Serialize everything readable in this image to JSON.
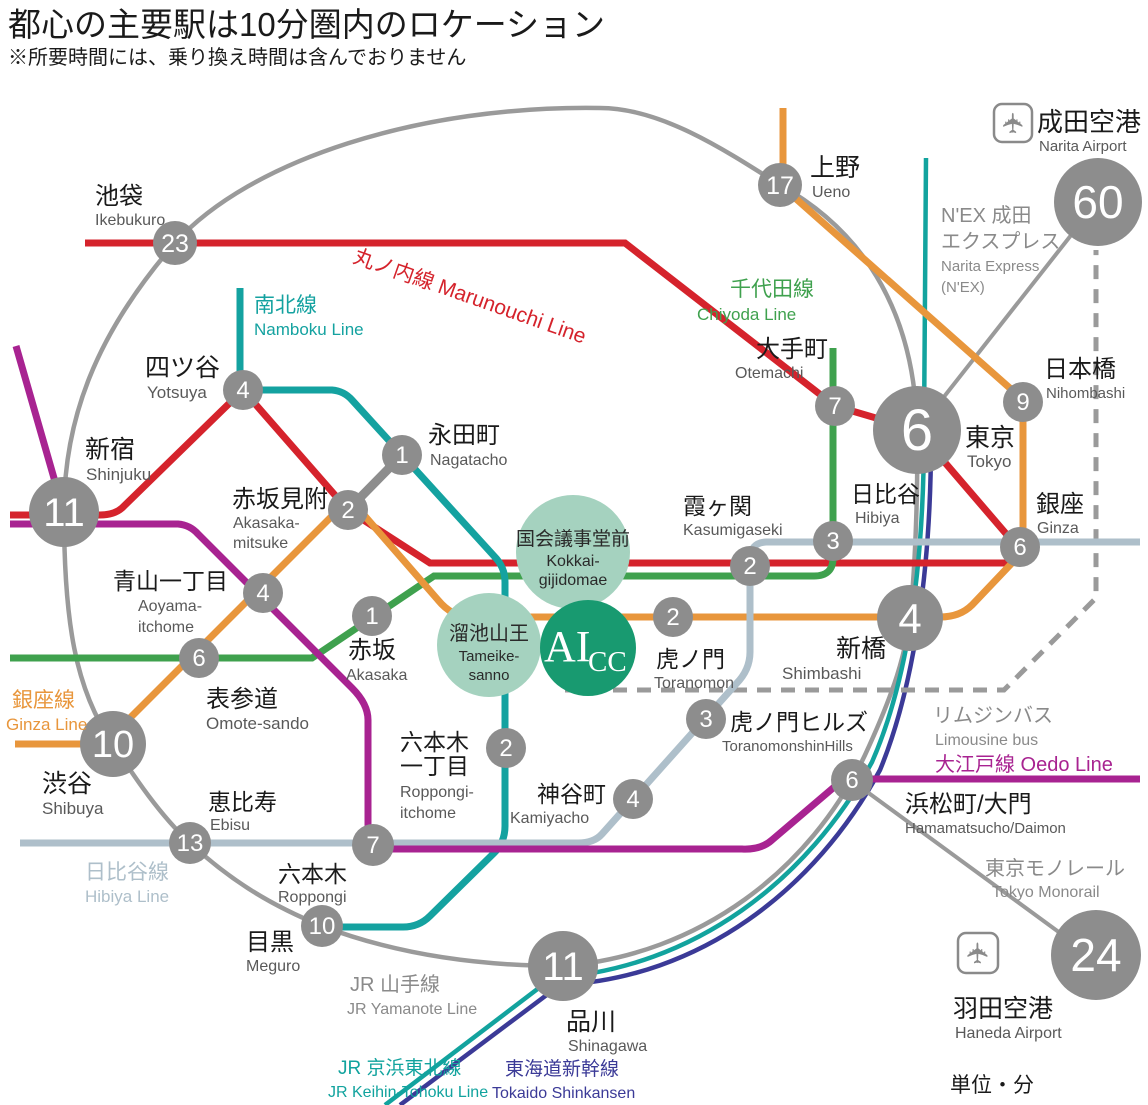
{
  "header": {
    "title": "都心の主要駅は10分圏内のロケーション",
    "subtitle": "※所要時間には、乗り換え時間は含んでおりません",
    "unit_note": "単位・分"
  },
  "aicc": {
    "top": "AI",
    "bottom": "CC"
  },
  "hubs": {
    "kokkai": {
      "ja": "国会議事堂前",
      "en1": "Kokkai-",
      "en2": "gijidomae"
    },
    "tameike": {
      "ja": "溜池山王",
      "en1": "Tameike-",
      "en2": "sanno"
    }
  },
  "lines": {
    "marunouchi": {
      "ja": "丸ノ内線",
      "en": "Marunouchi Line",
      "label": "丸ノ内線  Marunouchi Line",
      "color": "#d5232c"
    },
    "namboku": {
      "ja": "南北線",
      "en": "Namboku Line",
      "color": "#14a2a0"
    },
    "chiyoda": {
      "ja": "千代田線",
      "en": "Chiyoda Line",
      "color": "#3fa14e"
    },
    "ginza": {
      "ja": "銀座線",
      "en": "Ginza Line",
      "color": "#e8963c"
    },
    "hibiya": {
      "ja": "日比谷線",
      "en": "Hibiya Line",
      "color": "#aebfca"
    },
    "oedo": {
      "ja": "大江戸線",
      "en": "Oedo Line",
      "label": "大江戸線 Oedo Line",
      "color": "#a82391"
    },
    "yamanote": {
      "ja": "JR 山手線",
      "en": "JR Yamanote Line",
      "color": "#9a9a9a"
    },
    "keihin": {
      "ja": "JR 京浜東北線",
      "en": "JR Keihin-Tohoku Line",
      "color": "#12a39e"
    },
    "shinkansen": {
      "ja": "東海道新幹線",
      "en": "Tokaido Shinkansen",
      "color": "#3b3a97"
    },
    "monorail": {
      "ja": "東京モノレール",
      "en": "Tokyo Monorail",
      "color": "#8a8a8a"
    },
    "nex": {
      "l1": "N'EX 成田",
      "l2": "エクスプレス",
      "l3": "Narita Express",
      "l4": "(N'EX)",
      "color": "#8a8a8a"
    },
    "limousine": {
      "ja": "リムジンバス",
      "en": "Limousine bus",
      "color": "#9a9a9a"
    }
  },
  "airports": {
    "narita": {
      "ja": "成田空港",
      "en": "Narita Airport",
      "t": "60"
    },
    "haneda": {
      "ja": "羽田空港",
      "en": "Haneda Airport",
      "t": "24"
    }
  },
  "s": {
    "ikebukuro": {
      "ja": "池袋",
      "en": "Ikebukuro",
      "t": "23"
    },
    "ueno": {
      "ja": "上野",
      "en": "Ueno",
      "t": "17"
    },
    "yotsuya": {
      "ja": "四ツ谷",
      "en": "Yotsuya",
      "t": "4"
    },
    "shinjuku": {
      "ja": "新宿",
      "en": "Shinjuku",
      "t": "11"
    },
    "nagatacho": {
      "ja": "永田町",
      "en": "Nagatacho",
      "t": "1"
    },
    "akasakamitsuke": {
      "ja": "赤坂見附",
      "en1": "Akasaka-",
      "en2": "mitsuke",
      "t": "2"
    },
    "aoyama": {
      "ja": "青山一丁目",
      "en1": "Aoyama-",
      "en2": "itchome",
      "t": "4"
    },
    "akasaka": {
      "ja": "赤坂",
      "en": "Akasaka",
      "t": "1"
    },
    "omotesando": {
      "ja": "表参道",
      "en": "Omote-sando",
      "t": "6"
    },
    "shibuya": {
      "ja": "渋谷",
      "en": "Shibuya",
      "t": "10"
    },
    "ebisu": {
      "ja": "恵比寿",
      "en": "Ebisu",
      "t": "13"
    },
    "roppongi": {
      "ja": "六本木",
      "en": "Roppongi",
      "t": "7"
    },
    "meguro": {
      "ja": "目黒",
      "en": "Meguro",
      "t": "10"
    },
    "roppongiitchome": {
      "ja1": "六本木",
      "ja2": "一丁目",
      "en1": "Roppongi-",
      "en2": "itchome",
      "t": "2"
    },
    "kamiyacho": {
      "ja": "神谷町",
      "en": "Kamiyacho",
      "t": "4"
    },
    "toranomon": {
      "ja": "虎ノ門",
      "en": "Toranomon",
      "t": "2"
    },
    "toranomonhills": {
      "ja": "虎ノ門ヒルズ",
      "en": "ToranomonshinHills",
      "t": "3"
    },
    "shimbashi": {
      "ja": "新橋",
      "en": "Shimbashi",
      "t": "4"
    },
    "kasumigaseki": {
      "ja": "霞ヶ関",
      "en": "Kasumigaseki",
      "t": "2"
    },
    "hibiya": {
      "ja": "日比谷",
      "en": "Hibiya",
      "t": "3"
    },
    "otemachi": {
      "ja": "大手町",
      "en": "Otemachi",
      "t": "7"
    },
    "tokyo": {
      "ja": "東京",
      "en": "Tokyo",
      "t": "6"
    },
    "nihombashi": {
      "ja": "日本橋",
      "en": "Nihombashi",
      "t": "9"
    },
    "ginza": {
      "ja": "銀座",
      "en": "Ginza",
      "t": "6"
    },
    "hamamatsucho": {
      "ja": "浜松町/大門",
      "en": "Hamamatsucho/Daimon",
      "t": "6"
    },
    "shinagawa": {
      "ja": "品川",
      "en": "Shinagawa",
      "t": "11"
    }
  }
}
